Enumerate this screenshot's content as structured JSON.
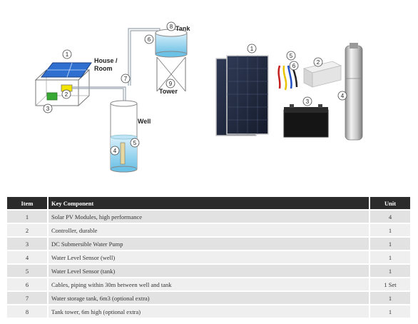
{
  "diagram_left": {
    "labels": {
      "house": "House /",
      "room": "Room",
      "tank": "Tank",
      "tower": "Tower",
      "well": "Well"
    },
    "markers": [
      "1",
      "2",
      "3",
      "4",
      "5",
      "6",
      "7",
      "8",
      "9"
    ]
  },
  "diagram_right": {
    "markers": [
      "1",
      "2",
      "3",
      "4",
      "5",
      "6"
    ]
  },
  "table": {
    "headers": {
      "item": "Item",
      "component": "Key Component",
      "unit": "Unit"
    },
    "rows": [
      {
        "item": "1",
        "component": "Solar PV Modules, high performance",
        "unit": "4"
      },
      {
        "item": "2",
        "component": "Controller, durable",
        "unit": "1"
      },
      {
        "item": "3",
        "component": "DC Submersible Water Pump",
        "unit": "1"
      },
      {
        "item": "4",
        "component": "Water Level Sensor (well)",
        "unit": "1"
      },
      {
        "item": "5",
        "component": "Water Level Sensor (tank)",
        "unit": "1"
      },
      {
        "item": "6",
        "component": "Cables, piping within 30m between well and tank",
        "unit": "1 Set"
      },
      {
        "item": "7",
        "component": "Water storage tank, 6m3 (optional extra)",
        "unit": "1"
      },
      {
        "item": "8",
        "component": "Tank tower, 6m high (optional extra)",
        "unit": "1"
      }
    ]
  }
}
